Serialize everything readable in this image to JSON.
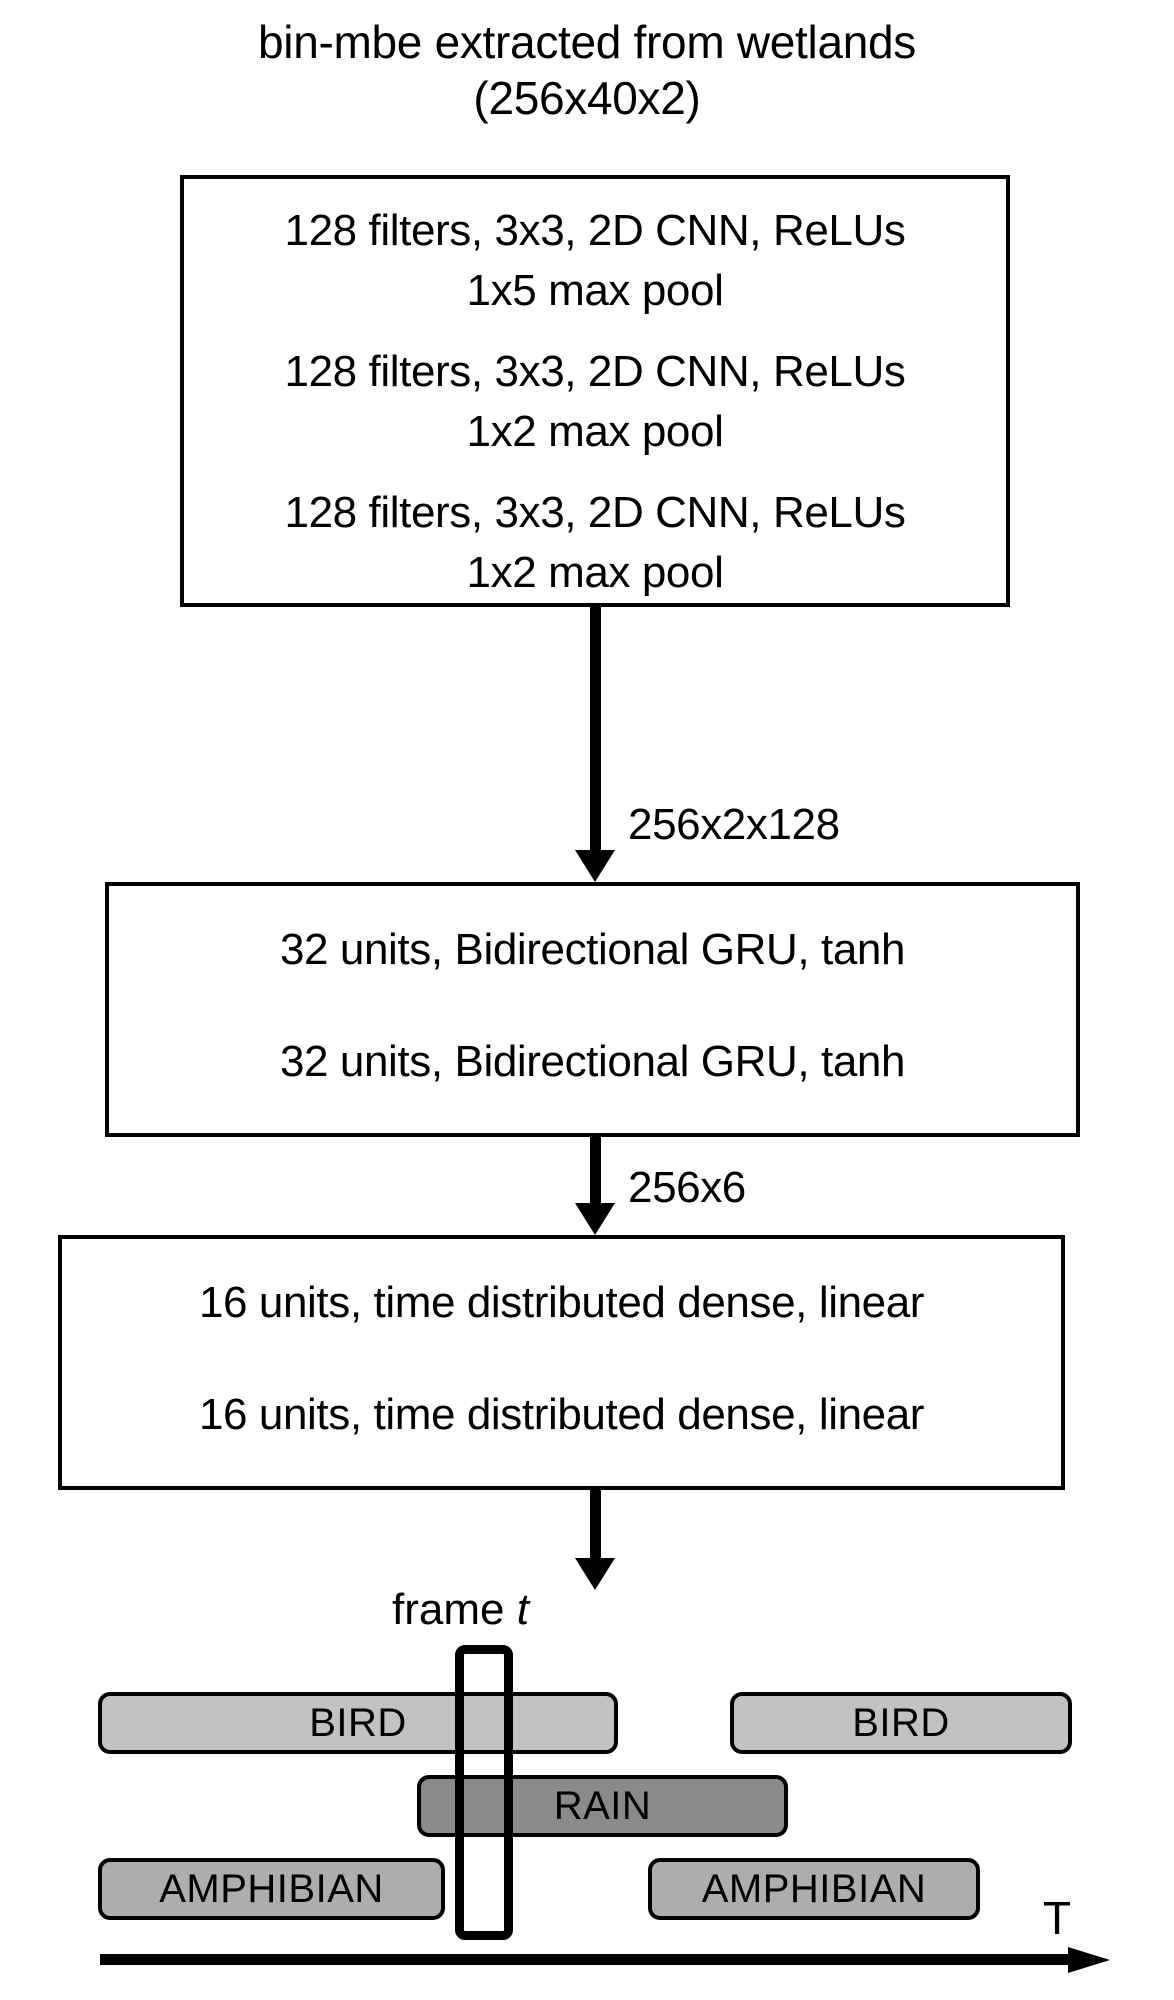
{
  "diagram": {
    "title": {
      "line1": "bin-mbe extracted from wetlands",
      "line2": "(256x40x2)"
    },
    "blocks": [
      {
        "id": "cnn",
        "lines": [
          "128 filters, 3x3, 2D CNN, ReLUs",
          "1x5 max pool",
          "128 filters, 3x3, 2D CNN, ReLUs",
          "1x2 max pool",
          "128 filters, 3x3, 2D CNN, ReLUs",
          "1x2 max pool"
        ]
      },
      {
        "id": "gru",
        "lines": [
          "32 units, Bidirectional GRU, tanh",
          "32 units, Bidirectional GRU, tanh"
        ]
      },
      {
        "id": "dense",
        "lines": [
          "16 units, time distributed dense, linear",
          "16 units, time distributed dense, linear"
        ]
      }
    ],
    "arrow_labels": {
      "cnn_to_gru": "256x2x128",
      "gru_to_dense": "256x6"
    },
    "frame_marker": {
      "label_prefix": "frame ",
      "label_variable": "t"
    },
    "timeline": {
      "axis_label": "T",
      "events": [
        {
          "label": "BIRD",
          "color": "#c2c2c2"
        },
        {
          "label": "BIRD",
          "color": "#c2c2c2"
        },
        {
          "label": "RAIN",
          "color": "#8a8a8a"
        },
        {
          "label": "AMPHIBIAN",
          "color": "#adadad"
        },
        {
          "label": "AMPHIBIAN",
          "color": "#adadad"
        }
      ]
    }
  }
}
